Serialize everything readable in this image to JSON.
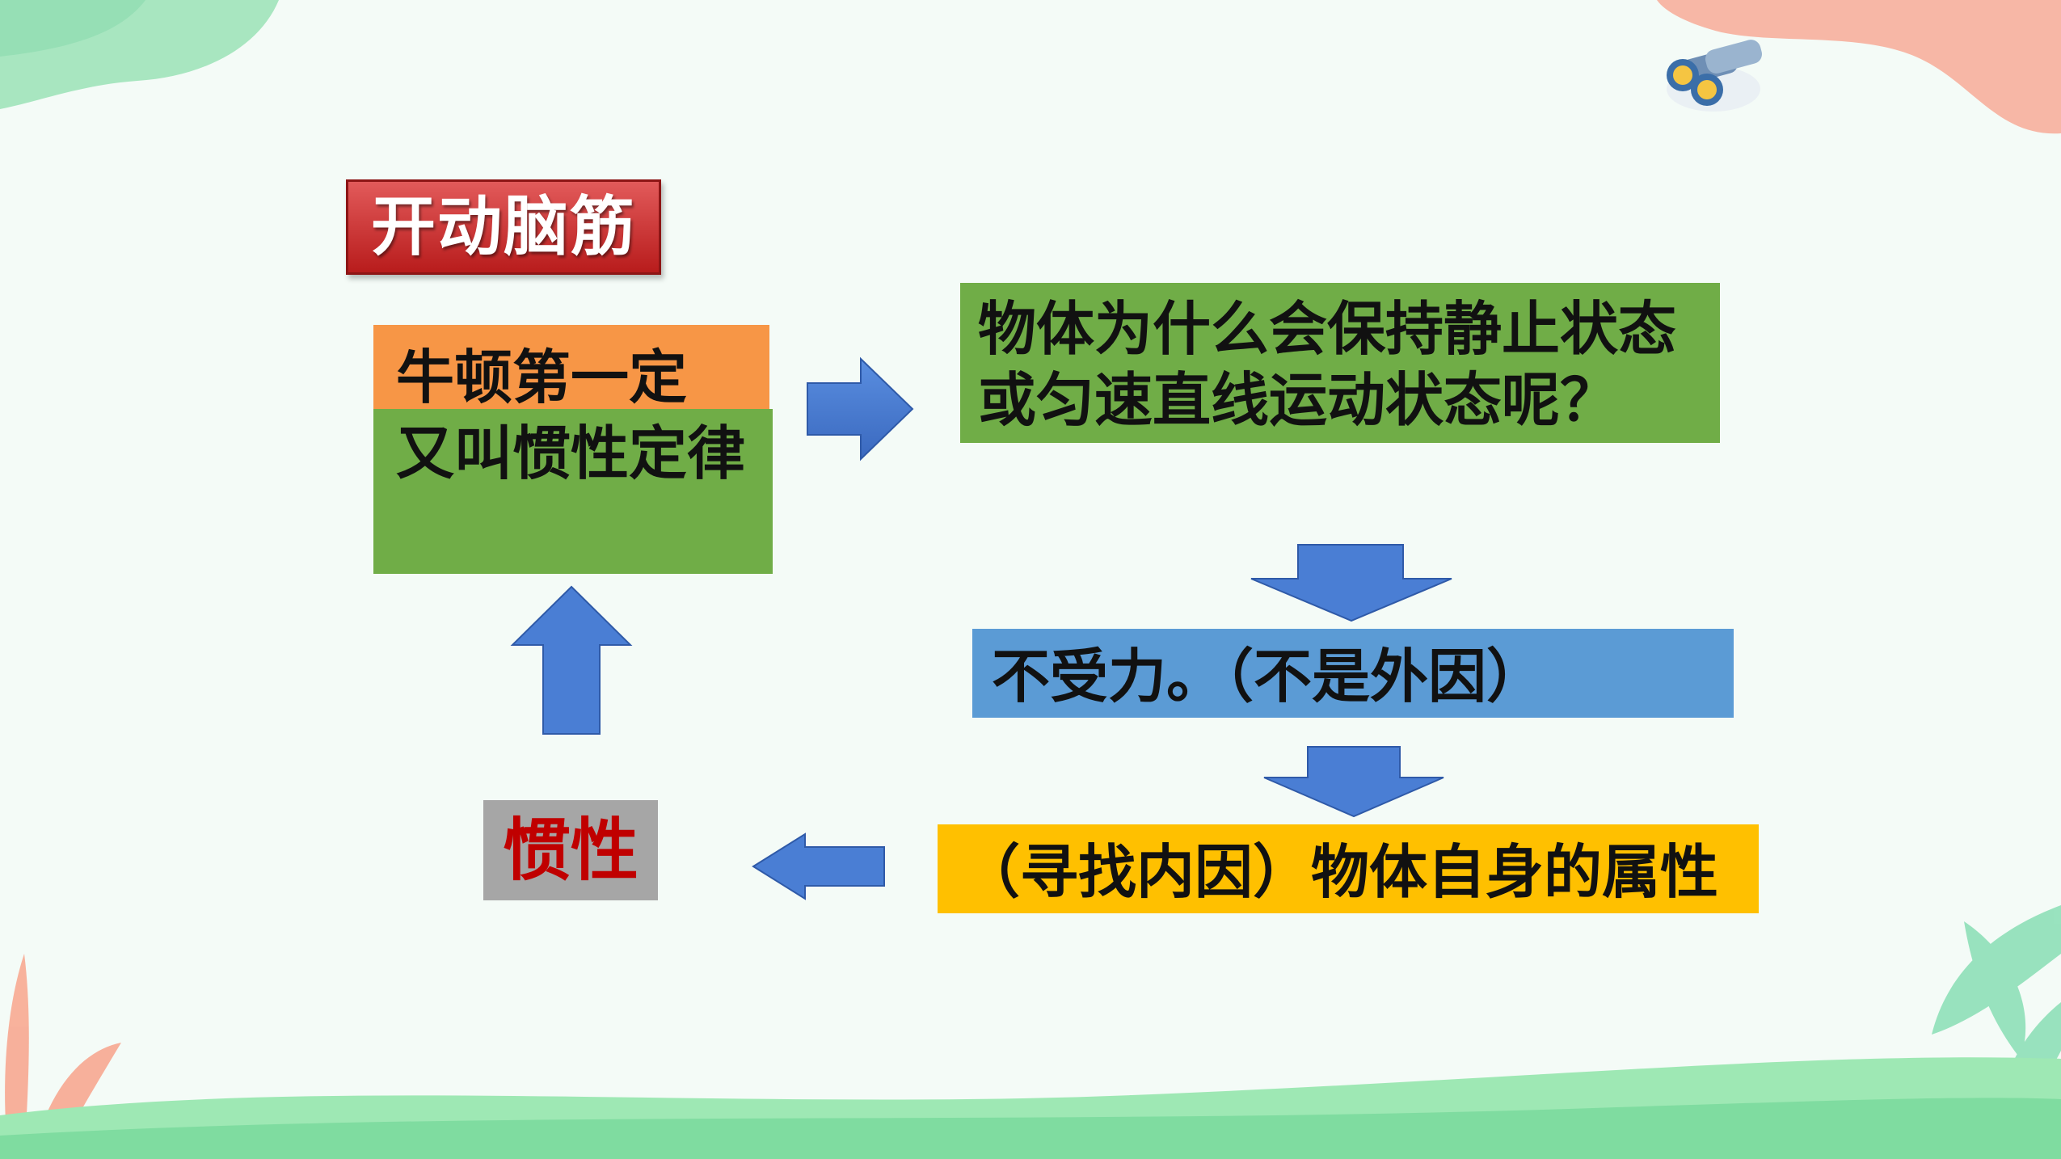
{
  "diagram": {
    "title": "开动脑筋",
    "law_top": "牛顿第一定",
    "law_bottom": "又叫惯性定律",
    "question": "物体为什么会保持静止状态或匀速直线运动状态呢？",
    "answer": "不受力。（不是外因）",
    "inner_cause": "（寻找内因）物体自身的属性",
    "conclusion": "惯性"
  },
  "colors": {
    "title_red": "#c0272d",
    "orange": "#f79646",
    "green": "#70ad47",
    "blue": "#5b9bd5",
    "yellow": "#ffc000",
    "gray": "#a6a6a6",
    "conclusion_text": "#c00000",
    "arrow_blue": "#4472c4"
  },
  "icons": [
    "binoculars-icon",
    "leaf-decoration",
    "plant-decoration"
  ]
}
